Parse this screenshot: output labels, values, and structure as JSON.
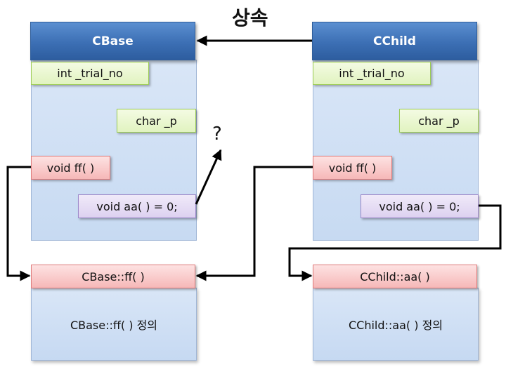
{
  "title": "상속",
  "base": {
    "header": "CBase",
    "member_var1": "int _trial_no",
    "member_var2": "char _p",
    "method_ff": "void ff( )",
    "method_aa": "void aa( ) = 0;"
  },
  "child": {
    "header": "CChild",
    "member_var1": "int _trial_no",
    "member_var2": "char _p",
    "method_ff": "void ff( )",
    "method_aa": "void aa( ) = 0;"
  },
  "base_ff_def": {
    "header": "CBase::ff( )",
    "body": "CBase::ff( ) 정의"
  },
  "child_aa_def": {
    "header": "CChild::aa( )",
    "body": "CChild::aa( ) 정의"
  },
  "question_mark": "?"
}
